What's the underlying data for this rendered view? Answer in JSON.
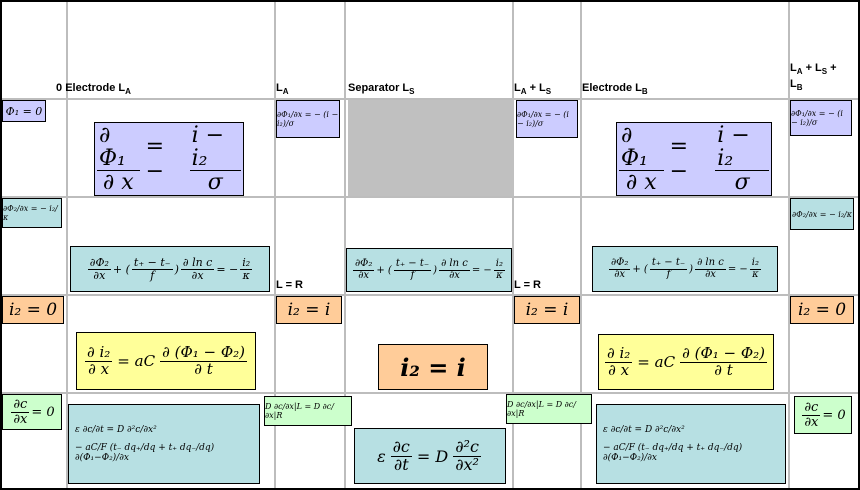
{
  "headers": {
    "origin": "0",
    "electrode_a": "Electrode L",
    "electrode_a_sub": "A",
    "la": "L",
    "la_sub": "A",
    "separator": "Separator L",
    "separator_sub": "S",
    "la_ls_1": "L",
    "la_ls_1_sub": "A",
    "la_ls_plus": " + L",
    "la_ls_2_sub": "S",
    "electrode_b": "Electrode L",
    "electrode_b_sub": "B",
    "lb_line1": "L",
    "lb_line1_sub": "A",
    "lb_line1_mid": " + L",
    "lb_line1_sub2": "S",
    "lb_line1_end": " +",
    "lb_line2": "L",
    "lb_line2_sub": "B"
  },
  "labels": {
    "l_eq_r_1": "L = R",
    "l_eq_r_2": "L = R"
  },
  "equations": {
    "phi1_zero": "Φ₁ = 0",
    "i2_zero": "i₂ = 0",
    "i2_eq_i": "i₂ = i",
    "dc_zero_num": "∂c",
    "dc_zero_den": "∂x",
    "dc_zero_rhs": "= 0",
    "ohm_num_lhs": "∂ Φ₁",
    "ohm_den_lhs": "∂ x",
    "ohm_eq": "= −",
    "ohm_num_rhs": "i − i₂",
    "ohm_den_rhs": "σ",
    "kappa_lhs_num": "∂Φ₂",
    "kappa_lhs_den": "∂x",
    "kappa_mid": "+ (",
    "kappa_t_num": "t₊ − t₋",
    "kappa_t_den": "f",
    "kappa_close": ")",
    "kappa_ln_num": "∂ ln c",
    "kappa_ln_den": "∂x",
    "kappa_eq": "= −",
    "kappa_rhs_num": "i₂",
    "kappa_rhs_den": "κ",
    "kinetic_lhs_num": "∂ i₂",
    "kinetic_lhs_den": "∂ x",
    "kinetic_eq": "= aC",
    "kinetic_rhs_num": "∂ (Φ₁ − Φ₂)",
    "kinetic_rhs_den": "∂ t",
    "diff_sep_pre": "ε",
    "diff_sep_lhs_num": "∂c",
    "diff_sep_lhs_den": "∂t",
    "diff_sep_eq": "= D",
    "diff_sep_rhs_num": "∂²c",
    "diff_sep_rhs_den": "∂x²",
    "flux_match": "D ∂c/∂x|L = D ∂c/∂x|R",
    "electrode_diff_line1": "ε ∂c/∂t = D ∂²c/∂x²",
    "electrode_diff_line2": "− aC/F (t₋ dq₊/dq + t₊ dq₋/dq) ∂(Φ₁−Φ₂)/∂x",
    "small_phi1_bc": "∂Φ₁/∂x = − (i − i₂)/σ",
    "small_phi2_bc": "∂Φ₂/∂x = − i₂/κ"
  }
}
